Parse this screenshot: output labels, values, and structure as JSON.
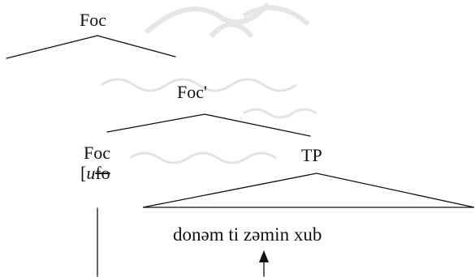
{
  "tree": {
    "root_label": "Foc",
    "bar_label": "Foc'",
    "head_label": "Foc",
    "feature": {
      "bracket": "[",
      "u": "u",
      "struck": "fo"
    },
    "tp_label": "TP",
    "sentence": "donəm ti zəmin xub"
  },
  "watermark": {
    "color": "#cfcfcf"
  }
}
